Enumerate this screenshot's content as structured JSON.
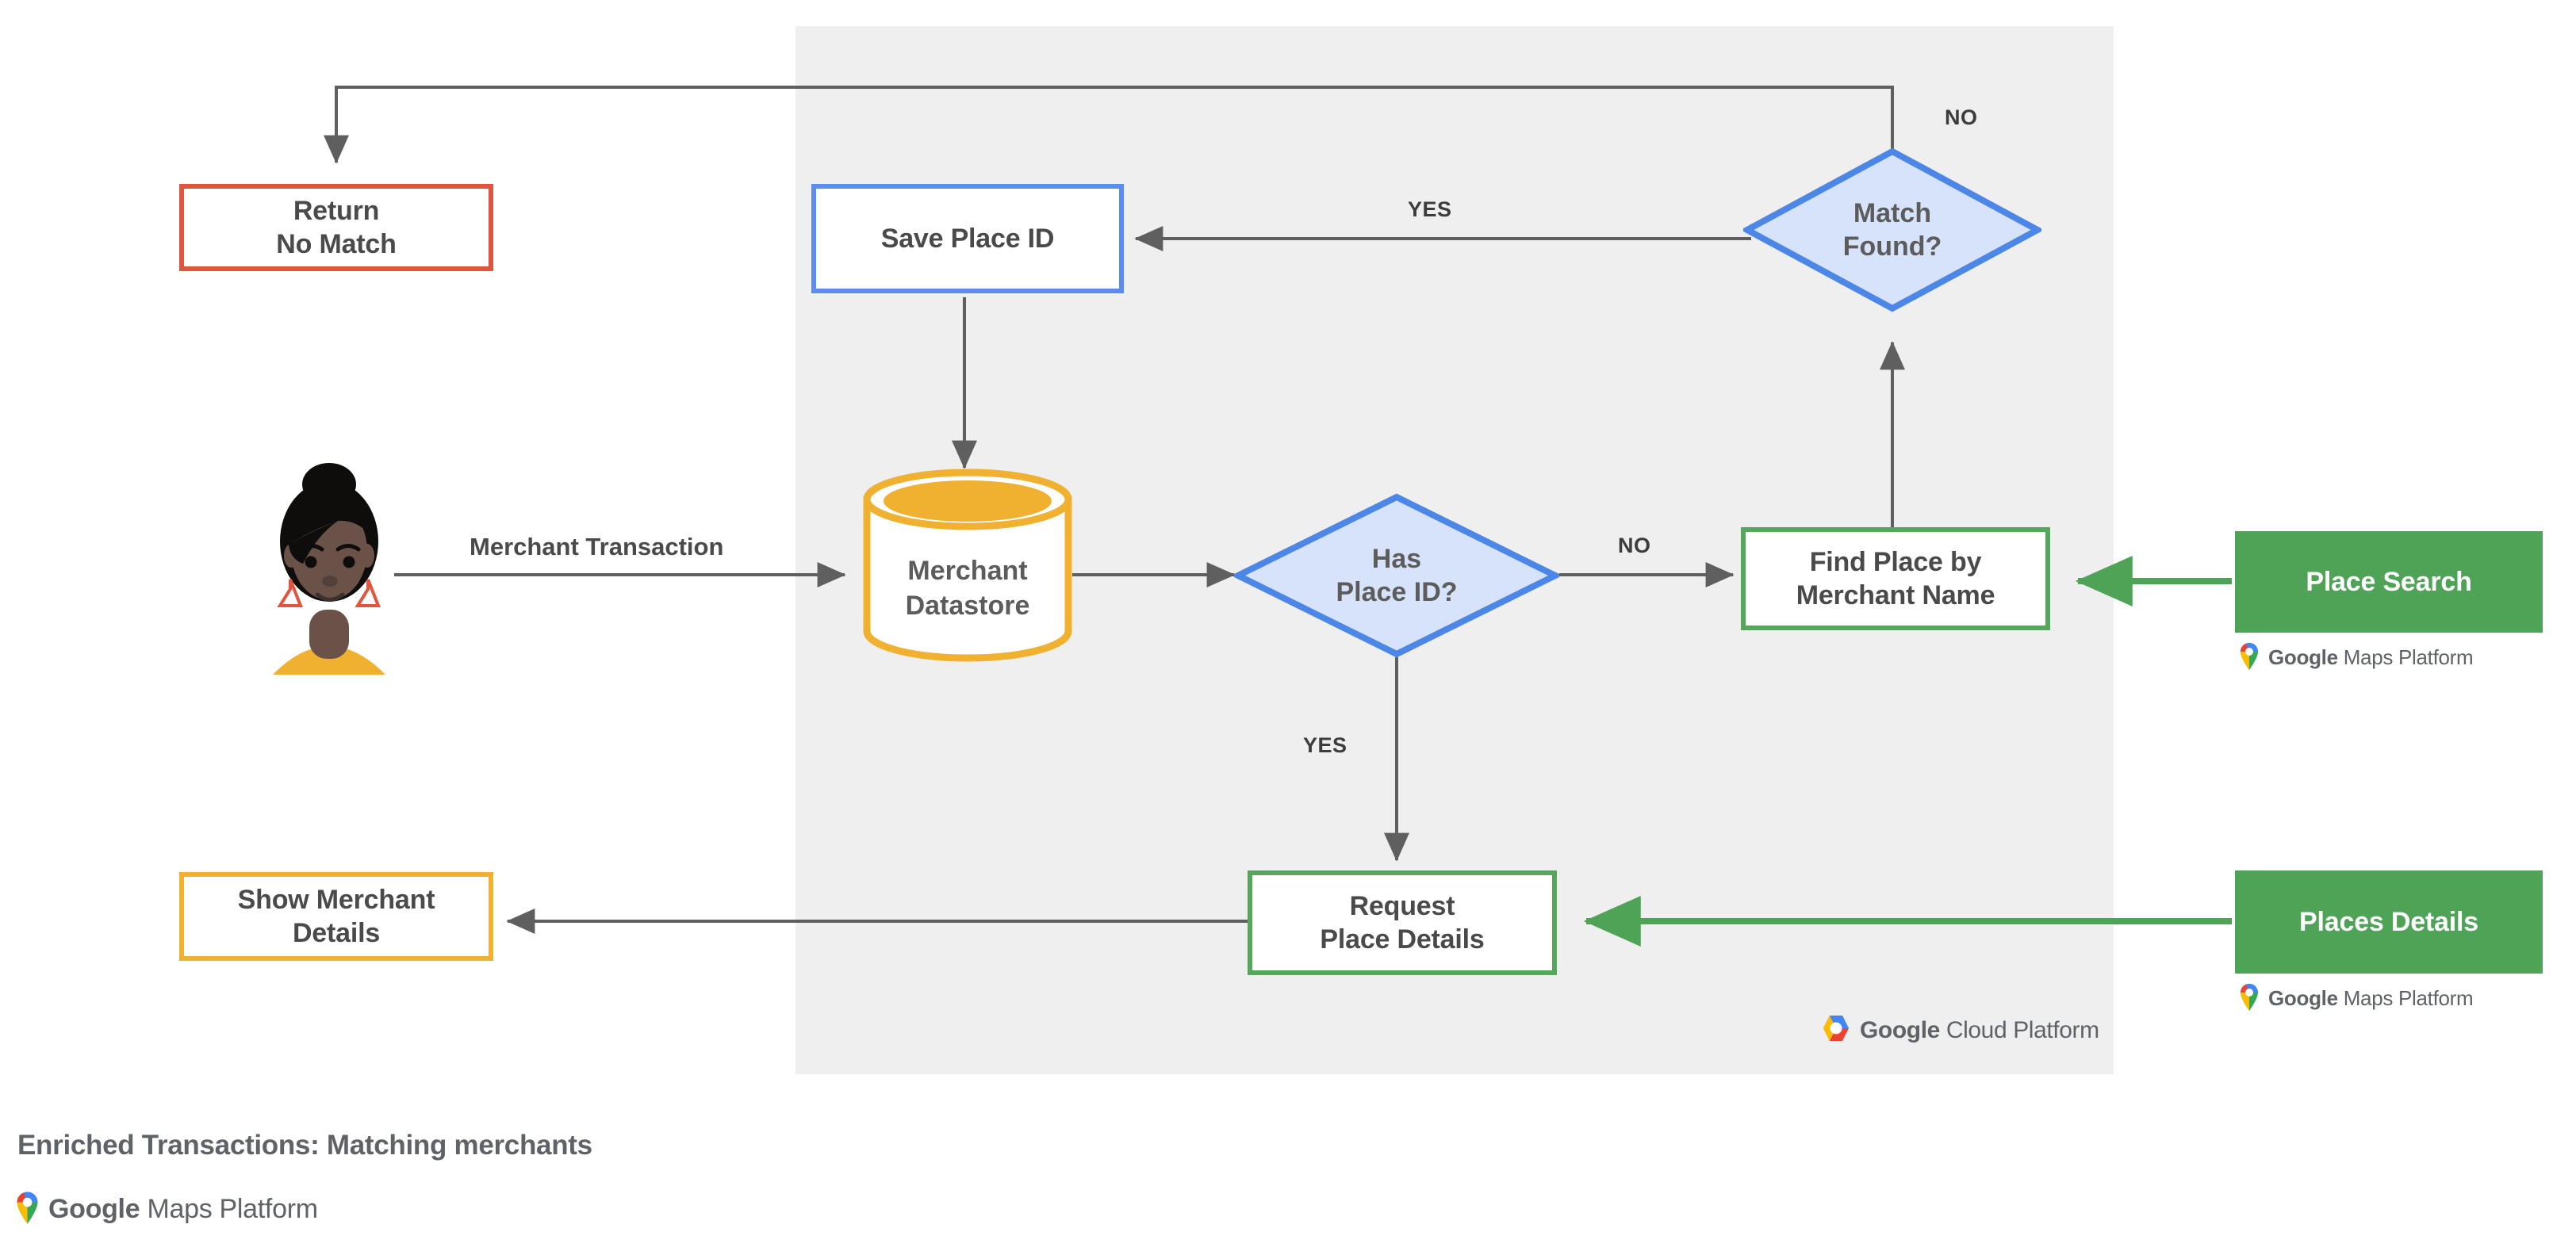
{
  "caption": {
    "title": "Enriched Transactions: Matching merchants",
    "logo": {
      "brand": "Google",
      "product": "Maps Platform"
    }
  },
  "platform_panel": {
    "name": "google-cloud-platform-region",
    "logo": {
      "brand": "Google",
      "product": "Cloud Platform"
    }
  },
  "nodes": {
    "return_no_match": {
      "label": "Return\nNo Match",
      "border_color": "#E0553F"
    },
    "show_merchant_details": {
      "label": "Show Merchant\nDetails",
      "border_color": "#EFB12F"
    },
    "save_place_id": {
      "label": "Save Place ID",
      "border_color": "#5A8DEE"
    },
    "merchant_datastore": {
      "label": "Merchant\nDatastore",
      "color": "#EFB12F"
    },
    "has_place_id": {
      "label": "Has\nPlace ID?",
      "border_color": "#4C87E8",
      "fill_color": "#D7E3FA"
    },
    "match_found": {
      "label": "Match\nFound?",
      "border_color": "#4C87E8",
      "fill_color": "#D7E3FA"
    },
    "find_place_by_merchant_name": {
      "label": "Find Place by\nMerchant Name",
      "border_color": "#55A85B"
    },
    "request_place_details": {
      "label": "Request\nPlace Details",
      "border_color": "#55A85B"
    },
    "place_search": {
      "label": "Place Search",
      "fill_color": "#4FA357"
    },
    "places_details": {
      "label": "Places Details",
      "fill_color": "#4FA357"
    }
  },
  "edge_labels": {
    "merchant_transaction": "Merchant Transaction",
    "has_place_id_no": "NO",
    "has_place_id_yes": "YES",
    "match_found_yes": "YES",
    "match_found_no": "NO"
  },
  "api_logos": {
    "place_search": {
      "brand": "Google",
      "product": "Maps Platform"
    },
    "places_details": {
      "brand": "Google",
      "product": "Maps Platform"
    }
  },
  "actor": {
    "name": "customer-avatar"
  },
  "colors": {
    "panel_bg": "#EFEFEF",
    "page_bg": "#FFFFFF",
    "arrow_gray": "#5F5F5F",
    "green": "#4FA357",
    "blue": "#5A8DEE",
    "amber": "#EFB12F",
    "red": "#E0553F",
    "text_gray": "#5C5C5C"
  }
}
